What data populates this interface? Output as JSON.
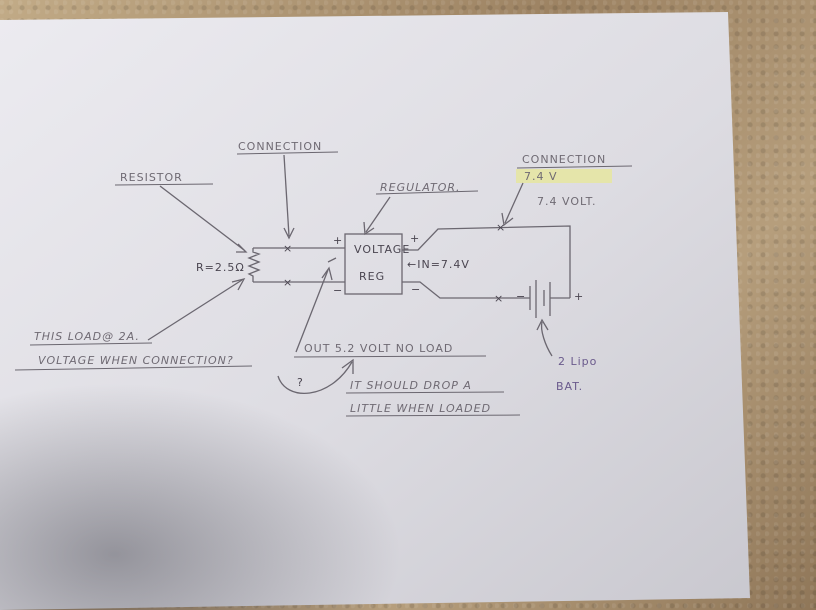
{
  "labels": {
    "connection_top": "CONNECTION",
    "resistor": "RESISTOR",
    "regulator": "REGULATOR.",
    "connection_right": "CONNECTION",
    "highlight_text": "7.4 V",
    "battery_voltage": "7.4 VOLT.",
    "resistor_value": "R=2.5Ω",
    "reg_line1": "VOLTAGE",
    "reg_line2": "REG",
    "input": "←IN=7.4V",
    "plus_reg_left": "+",
    "minus_reg_left": "−",
    "plus_reg_right": "+",
    "minus_reg_right": "−",
    "plus_battery": "+",
    "minus_battery": "−",
    "load_line1": "THIS LOAD@ 2A.",
    "load_line2": "VOLTAGE WHEN CONNECTION?",
    "out": "OUT  5.2 VOLT NO LOAD",
    "question": "?",
    "drop_line1": "IT SHOULD DROP A",
    "drop_line2": "LITTLE WHEN LOADED",
    "battery_line1": "2 Lipo",
    "battery_line2": "BAT."
  },
  "colors": {
    "paper": "#e2e1e6",
    "ink": "#5f5a66",
    "highlight": "#e6e6a0",
    "counter": "#b39a78"
  }
}
